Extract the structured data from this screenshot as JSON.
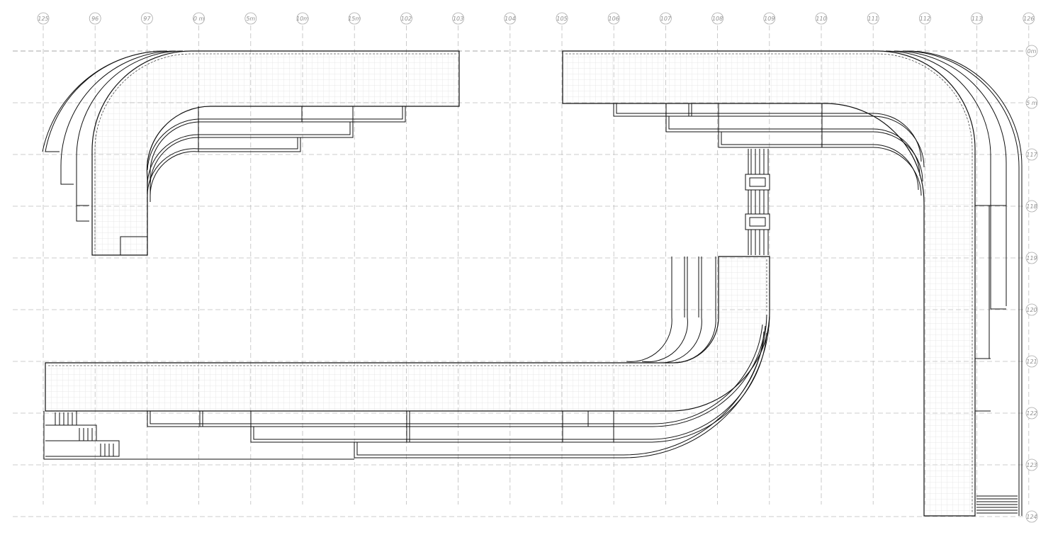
{
  "drawing": {
    "colors": {
      "background": "#ffffff",
      "structure_line": "#111111",
      "grid_axis": "#bdbdbd",
      "level_line": "#8a8a8a",
      "tile_grid": "#d6d6d6",
      "bubble_text": "#909090"
    },
    "vertical_axes": [
      "125",
      "96",
      "97",
      "0 m",
      "5m",
      "10m",
      "15m",
      "102",
      "103",
      "104",
      "105",
      "106",
      "107",
      "108",
      "109",
      "110",
      "111",
      "112",
      "113",
      "126"
    ],
    "horizontal_axes": [
      "0m",
      "5 m",
      "117",
      "118",
      "119",
      "120",
      "121",
      "122",
      "123",
      "124"
    ]
  }
}
